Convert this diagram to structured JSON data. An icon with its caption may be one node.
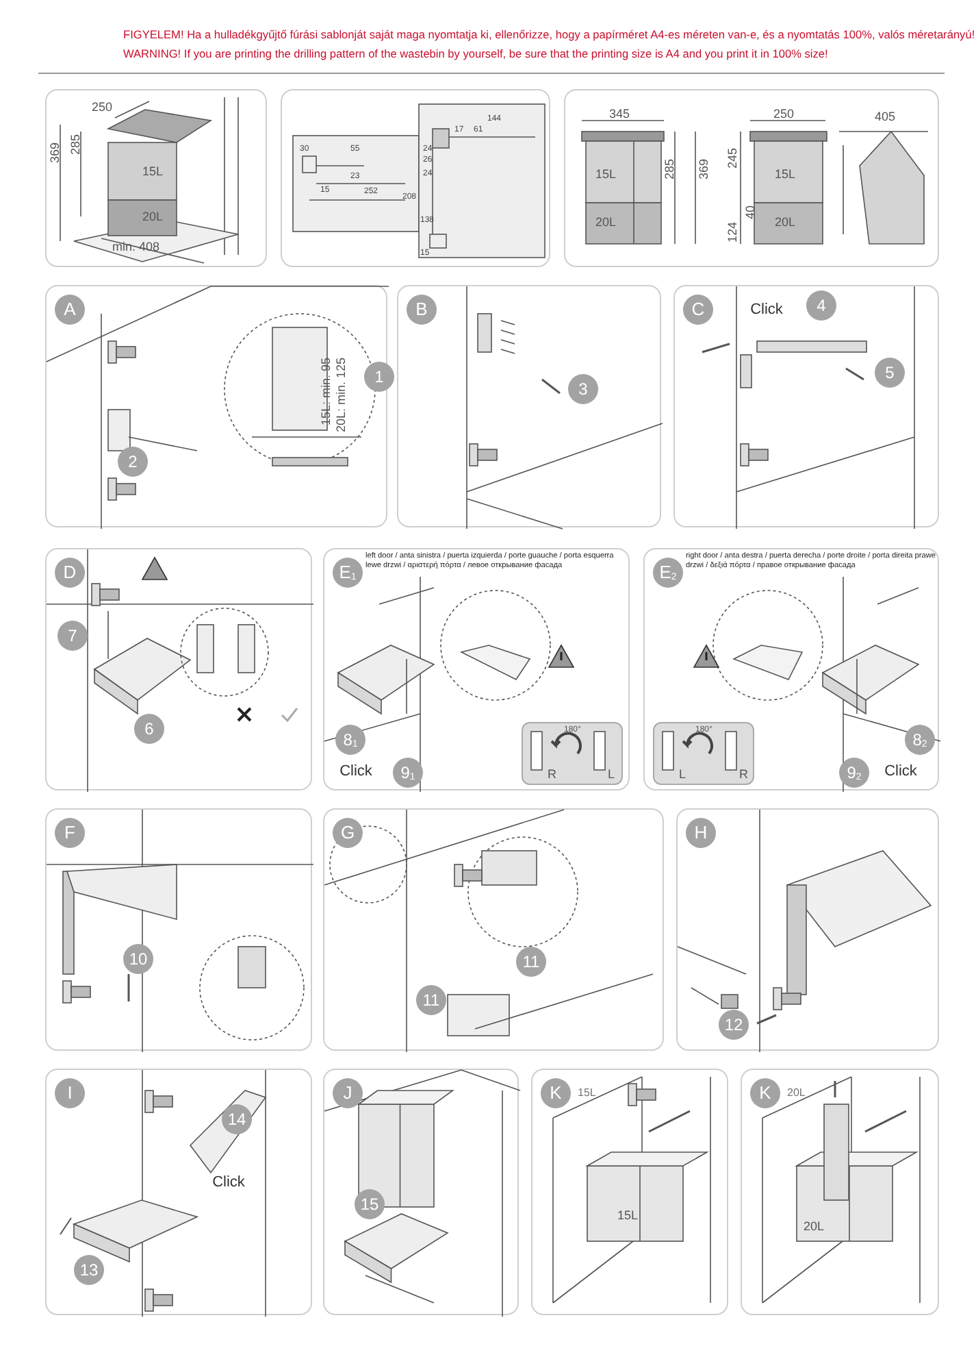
{
  "diagram": {
    "nodes": [
      {
        "text": [],
        "shape": "box"
      },
      {
        "text": [],
        "shape": "box"
      },
      {
        "text": [],
        "shape": "box"
      },
      {
        "text": [],
        "shape": "box"
      },
      {
        "text": [
          "A"
        ],
        "in": 3
      },
      {
        "text": [
          "1"
        ],
        "in": 3
      },
      {
        "text": [
          "2"
        ],
        "in": 3
      },
      {
        "text": [],
        "shape": "box"
      },
      {
        "text": [
          "B"
        ],
        "in": 7
      },
      {
        "text": [
          "3"
        ],
        "in": 7
      },
      {
        "text": [],
        "shape": "box"
      },
      {
        "text": [
          "C"
        ],
        "in": 10
      },
      {
        "text": [
          "Click"
        ],
        "in": 10
      },
      {
        "text": [
          "4"
        ],
        "in": 10
      },
      {
        "text": [
          "5"
        ],
        "in": 10
      },
      {
        "text": [],
        "shape": "box"
      },
      {
        "text": [
          "D"
        ],
        "in": 15
      },
      {
        "text": [
          "7"
        ],
        "in": 15
      },
      {
        "text": [
          "6"
        ],
        "in": 15
      },
      {
        "text": [
          "left door / anta sinistra / puerta izquierda / porte guauche / porta esquerra lewe drzwi / αριστερή πόρτα / левое открывание фасада"
        ]
      },
      {
        "text": [
          "E$_{1}$"
        ],
        "in": 19
      },
      {
        "text": [
          "8$_{1}$"
        ],
        "in": 19
      },
      {
        "text": [
          "Click"
        ],
        "in": 19
      },
      {
        "text": [
          "9$_{1}$"
        ],
        "in": 19
      },
      {
        "text": [
          "180°",
          "R",
          "L"
        ],
        "in": 19
      },
      {
        "text": [
          "right door / anta destra / puerta derecha / porte droite / porta direita prawe drzwi / δεξιά πόρτα / правое открывание фасада"
        ]
      },
      {
        "text": [
          "E$_{2}$"
        ],
        "in": 25
      },
      {
        "text": [
          "180°",
          "L",
          "R"
        ],
        "in": 25
      },
      {
        "text": [
          "8$_{2}$"
        ],
        "in": 25
      },
      {
        "text": [
          "9$_{2}$"
        ],
        "in": 25
      },
      {
        "text": [
          "Click"
        ],
        "in": 25
      },
      {
        "text": [],
        "shape": "box"
      },
      {
        "text": [
          "F"
        ],
        "in": 31
      },
      {
        "text": [
          "10"
        ],
        "in": 31
      },
      {
        "text": [],
        "shape": "box"
      },
      {
        "text": [
          "G"
        ],
        "in": 34
      },
      {
        "text": [
          "11"
        ],
        "in": 34
      },
      {
        "text": [
          "11"
        ],
        "in": 34
      },
      {
        "text": [],
        "shape": "box"
      },
      {
        "text": [
          "H"
        ],
        "in": 38
      },
      {
        "text": [
          "12"
        ],
        "in": 38
      },
      {
        "text": [],
        "shape": "box"
      },
      {
        "text": [
          "I"
        ],
        "in": 41
      },
      {
        "text": [
          "14"
        ],
        "in": 41
      },
      {
        "text": [
          "Click"
        ],
        "in": 41
      },
      {
        "text": [
          "13"
        ],
        "in": 41
      },
      {
        "text": [],
        "shape": "box"
      },
      {
        "text": [
          "J"
        ],
        "in": 46
      },
      {
        "text": [
          "15"
        ],
        "in": 46
      },
      {
        "text": [],
        "shape": "box"
      },
      {
        "text": [
          "K"
        ],
        "in": 49,
        "beside": [
          "15L"
        ]
      },
      {
        "text": [],
        "shape": "box"
      },
      {
        "text": [
          "K"
        ],
        "in": 51,
        "beside": [
          "20L"
        ]
      }
    ],
    "labels": [
      "FIGYELEM! Ha a hulladékgyűjtő fúrási sablonját saját maga nyomtatja ki, ellenőrizze, hogy a papírméret A4-es méreten van-e, és a nyomtatás 100%, valós méretarányú!",
      "WARNING!  If you are printing the drilling pattern of the wastebin by yourself, be sure that the printing size is A4 and you print it in 100% size!",
      "250",
      "285",
      "369",
      "min. 408",
      "15L",
      "20L",
      "30",
      "55",
      "23",
      "15",
      "252",
      "144",
      "17",
      "61",
      "24",
      "26",
      "24",
      "208",
      "138",
      "15",
      "345",
      "285",
      "369",
      "15L",
      "20L",
      "250",
      "245",
      "40",
      "124",
      "15L",
      "20L",
      "405",
      "15L: min. 95",
      "20L: min. 125",
      "15L",
      "20L"
    ]
  }
}
